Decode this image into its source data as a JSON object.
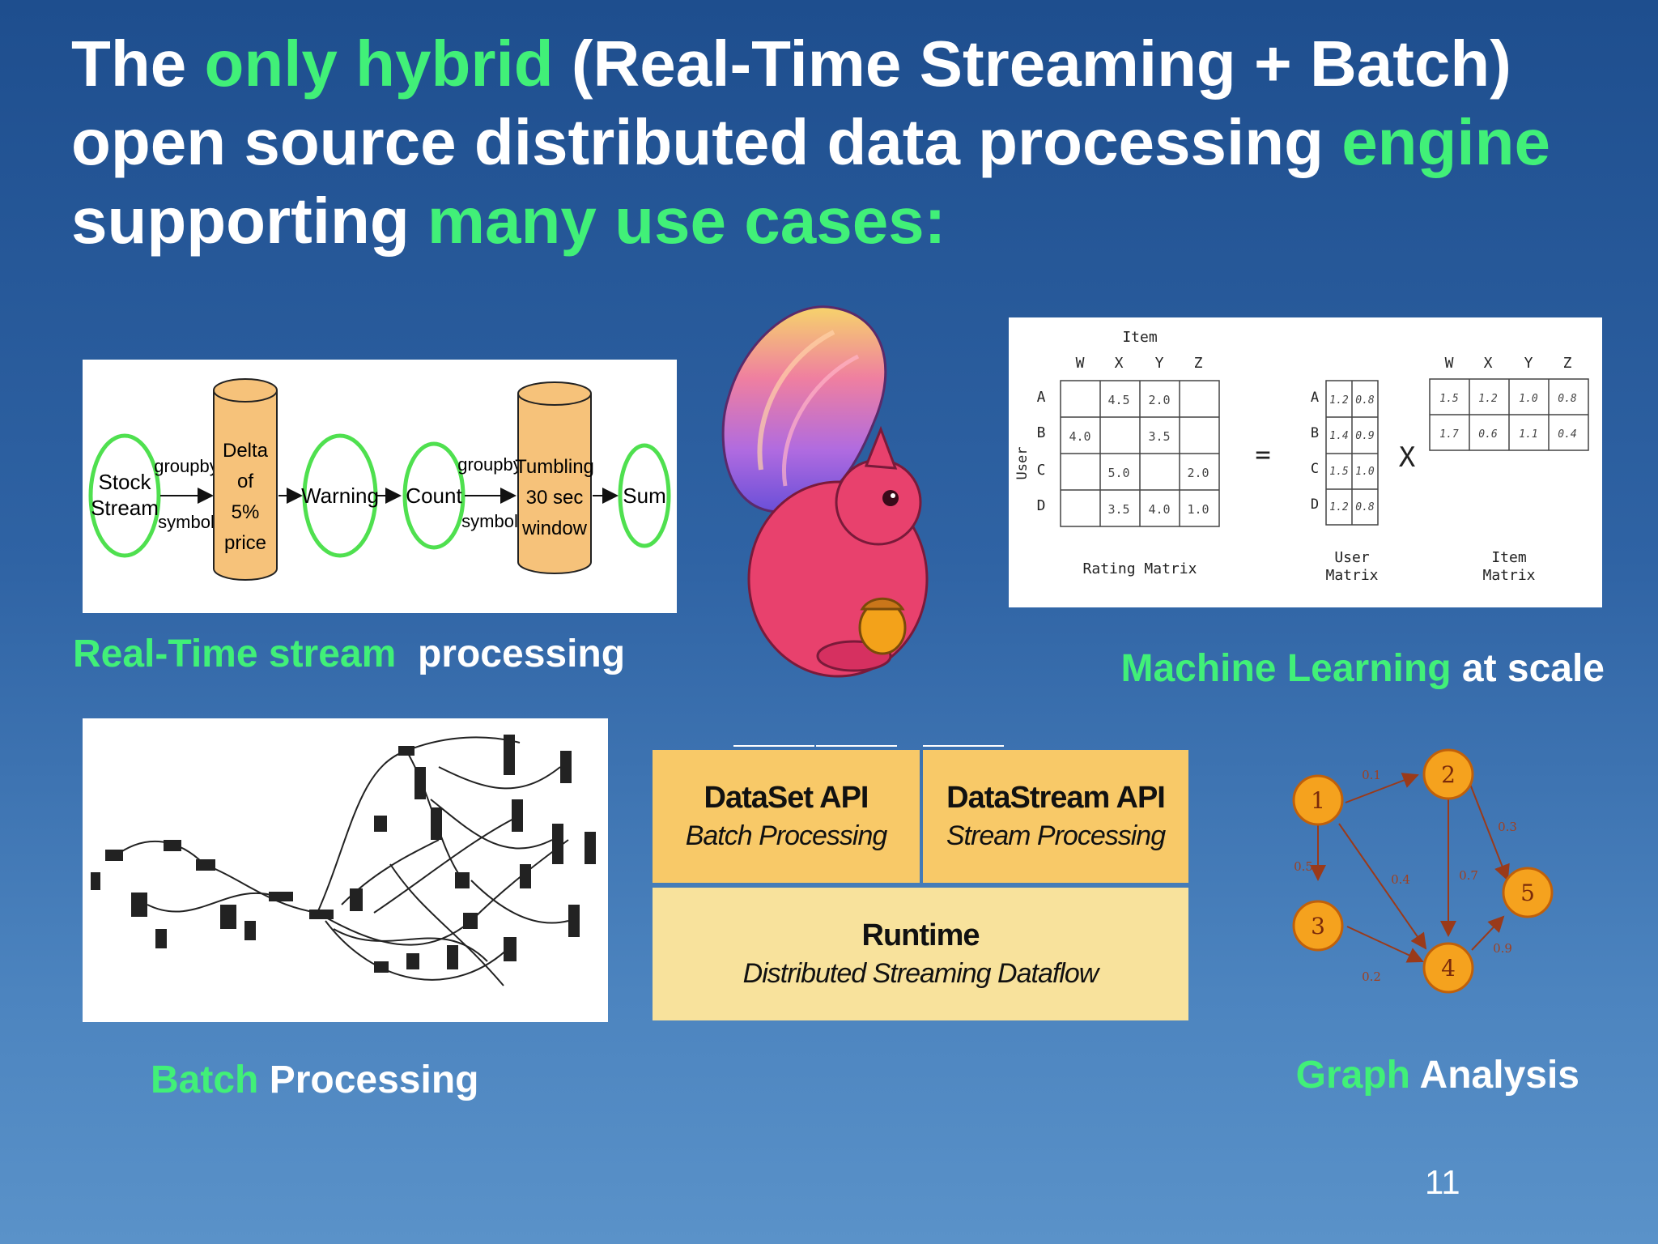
{
  "title": {
    "line1": [
      "The ",
      "only hybrid",
      " (Real-Time Streaming + Batch)"
    ],
    "line2": [
      "open source distributed data processing ",
      "engine"
    ],
    "line3": [
      "supporting ",
      "many use cases:"
    ]
  },
  "captions": {
    "stream": [
      "Real-Time stream",
      "processing"
    ],
    "ml": [
      "Machine Learning",
      " at scale"
    ],
    "batch": [
      "Batch",
      " Processing"
    ],
    "graph": [
      "Graph",
      " Analysis"
    ]
  },
  "stream_diagram": {
    "nodes": {
      "stock": [
        "Stock",
        "Stream"
      ],
      "delta": [
        "Delta",
        "of",
        "5%",
        "price"
      ],
      "warning": "Warning",
      "count": "Count",
      "tumbling": [
        "Tumbling",
        "30 sec",
        "window"
      ],
      "sum": "Sum"
    },
    "edge_labels": {
      "groupby": "groupby",
      "symbol": "symbol"
    }
  },
  "ml_diagram": {
    "item_label": "Item",
    "user_label": "User",
    "columns": [
      "W",
      "X",
      "Y",
      "Z"
    ],
    "rows": [
      "A",
      "B",
      "C",
      "D"
    ],
    "rating": [
      [
        "",
        "4.5",
        "2.0",
        ""
      ],
      [
        "4.0",
        "",
        "3.5",
        ""
      ],
      [
        "",
        "5.0",
        "",
        "2.0"
      ],
      [
        "",
        "3.5",
        "4.0",
        "1.0"
      ]
    ],
    "user_matrix": [
      [
        "1.2",
        "0.8"
      ],
      [
        "1.4",
        "0.9"
      ],
      [
        "1.5",
        "1.0"
      ],
      [
        "1.2",
        "0.8"
      ]
    ],
    "item_matrix": [
      [
        "1.5",
        "1.2",
        "1.0",
        "0.8"
      ],
      [
        "1.7",
        "0.6",
        "1.1",
        "0.4"
      ]
    ],
    "equals": "=",
    "times": "X",
    "rating_label": "Rating Matrix",
    "user_matrix_label": [
      "User",
      "Matrix"
    ],
    "item_matrix_label": [
      "Item",
      "Matrix"
    ]
  },
  "stack": {
    "dataset": {
      "name": "DataSet API",
      "sub": "Batch Processing"
    },
    "datastream": {
      "name": "DataStream API",
      "sub": "Stream Processing"
    },
    "runtime": {
      "name": "Runtime",
      "sub": "Distributed Streaming Dataflow"
    }
  },
  "graph_diagram": {
    "nodes": [
      "1",
      "2",
      "3",
      "4",
      "5"
    ],
    "edge_weights": {
      "e12": "0.1",
      "e13": "0.5",
      "e14": "0.4",
      "e24": "0.7",
      "e25": "0.3",
      "e34": "0.2",
      "e45": "0.9"
    }
  },
  "colors": {
    "accent_green": "#41f078",
    "stream_node_green": "#4fe04f",
    "cylinder_orange": "#f6c27a",
    "api_yellow": "#f8c968",
    "runtime_yellow": "#f8e29c",
    "graph_node_orange": "#f5a21e"
  },
  "page_number": "11"
}
